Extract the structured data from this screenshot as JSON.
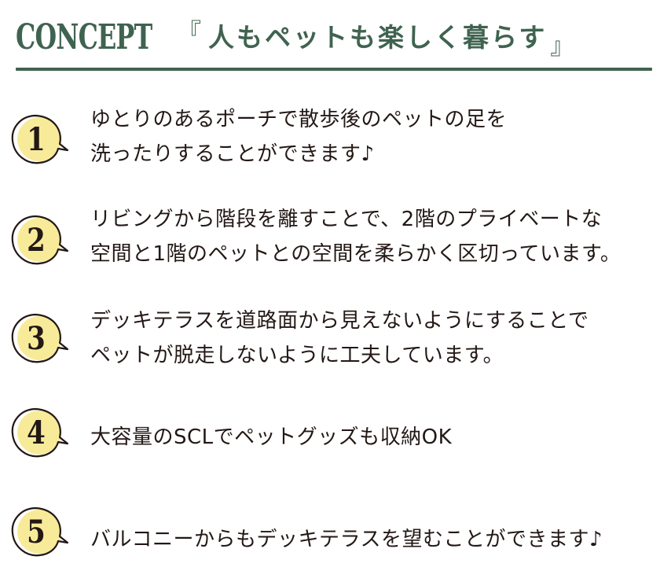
{
  "header": {
    "concept_label": "CONCEPT",
    "open_bracket": "『",
    "tagline": "人もペットも楽しく暮らす",
    "close_bracket": "』"
  },
  "colors": {
    "heading_green": "#3f6350",
    "badge_yellow": "#f7eb9a",
    "badge_outline": "#231815",
    "body_text": "#231815"
  },
  "items": [
    {
      "number": "1",
      "lines": [
        "ゆとりのあるポーチで散歩後のペットの足を",
        "洗ったりすることができます♪"
      ]
    },
    {
      "number": "2",
      "lines": [
        "リビングから階段を離すことで、2階のプライベートな",
        "空間と1階のペットとの空間を柔らかく区切っています。"
      ]
    },
    {
      "number": "3",
      "lines": [
        "デッキテラスを道路面から見えないようにすることで",
        "ペットが脱走しないように工夫しています。"
      ]
    },
    {
      "number": "4",
      "lines": [
        "大容量のSCLでペットグッズも収納OK"
      ]
    },
    {
      "number": "5",
      "lines": [
        "バルコニーからもデッキテラスを望むことができます♪"
      ]
    }
  ]
}
